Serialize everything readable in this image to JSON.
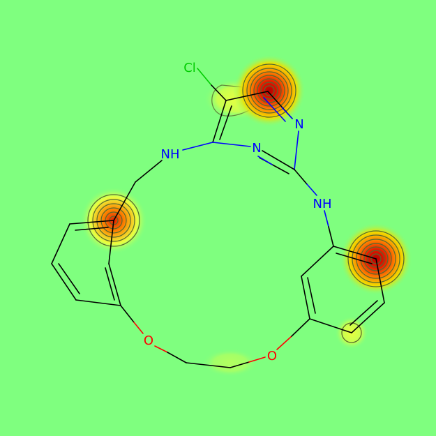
{
  "diagram": {
    "background_color": "#7fff7f",
    "bond_color": "#000000",
    "atoms": [
      {
        "id": "cl",
        "label": "Cl",
        "color": "#00cc00"
      },
      {
        "id": "n_pyr1",
        "label": "N",
        "color": "#0000ff"
      },
      {
        "id": "n_pyr2",
        "label": "N",
        "color": "#0000ff"
      },
      {
        "id": "nh_left",
        "label": "NH",
        "color": "#0000ff"
      },
      {
        "id": "nh_right",
        "label": "NH",
        "color": "#0000ff"
      },
      {
        "id": "o_left",
        "label": "O",
        "color": "#ff0000"
      },
      {
        "id": "o_right",
        "label": "O",
        "color": "#ff0000"
      }
    ],
    "heat_spots": [
      {
        "id": "spot-pyrimidine-top",
        "intensity": 1.0
      },
      {
        "id": "spot-chloro-carbon",
        "intensity": 0.35
      },
      {
        "id": "spot-left-ring",
        "intensity": 0.75
      },
      {
        "id": "spot-right-ring",
        "intensity": 1.0
      },
      {
        "id": "spot-right-ring-low",
        "intensity": 0.25
      }
    ]
  }
}
